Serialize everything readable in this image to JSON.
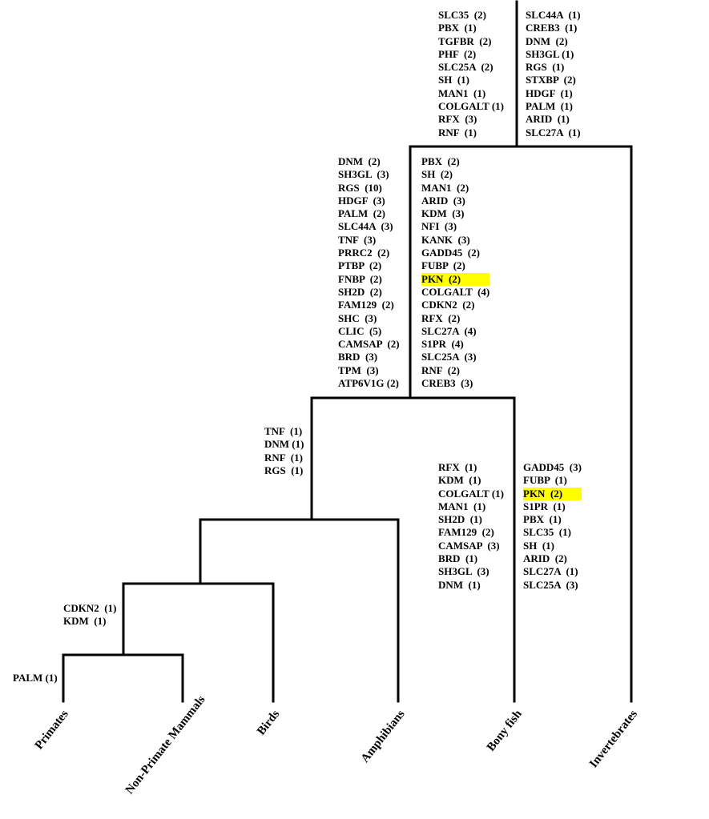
{
  "taxa": {
    "primates": "Primates",
    "non_primate_mammals": "Non-Primate Mammals",
    "birds": "Birds",
    "amphibians": "Amphibians",
    "bony_fish": "Bony fish",
    "invertebrates": "Invertebrates"
  },
  "highlight_color": "#ffff00",
  "branch_color": "#000000",
  "annotations": {
    "root_left": [
      "SLC35  (2)",
      "PBX  (1)",
      "TGFBR  (2)",
      "PHF  (2)",
      "SLC25A  (2)",
      "SH  (1)",
      "MAN1  (1)",
      "COLGALT (1)",
      "RFX  (3)",
      "RNF  (1)"
    ],
    "root_right": [
      "SLC44A  (1)",
      "CREB3  (1)",
      "DNM  (2)",
      "SH3GL (1)",
      "RGS  (1)",
      "STXBP  (2)",
      "HDGF  (1)",
      "PALM  (1)",
      "ARID  (1)",
      "SLC27A  (1)"
    ],
    "vertebrate_left": [
      "DNM  (2)",
      "SH3GL  (3)",
      "RGS  (10)",
      "HDGF  (3)",
      "PALM  (2)",
      "SLC44A  (3)",
      "TNF  (3)",
      "PRRC2  (2)",
      "PTBP  (2)",
      "FNBP  (2)",
      "SH2D  (2)",
      "FAM129  (2)",
      "SHC  (3)",
      "CLIC  (5)",
      "CAMSAP  (2)",
      "BRD  (3)",
      "TPM  (3)",
      "ATP6V1G (2)"
    ],
    "vertebrate_right": [
      "PBX  (2)",
      "SH  (2)",
      "MAN1  (2)",
      "ARID  (3)",
      "KDM  (3)",
      "NFI  (3)",
      "KANK  (3)",
      "GADD45  (2)",
      "FUBP  (2)",
      "PKN  (2)",
      "COLGALT  (4)",
      "CDKN2  (2)",
      "RFX  (2)",
      "SLC27A  (4)",
      "S1PR  (4)",
      "SLC25A  (3)",
      "RNF  (2)",
      "CREB3  (3)"
    ],
    "tetrapod": [
      "TNF  (1)",
      "DNM (1)",
      "RNF  (1)",
      "RGS  (1)"
    ],
    "bony_fish_left": [
      "RFX  (1)",
      "KDM  (1)",
      "COLGALT (1)",
      "MAN1  (1)",
      "SH2D  (1)",
      "FAM129  (2)",
      "CAMSAP  (3)",
      "BRD  (1)",
      "SH3GL  (3)",
      "DNM  (1)"
    ],
    "bony_fish_right": [
      "GADD45  (3)",
      "FUBP  (1)",
      "PKN  (2)",
      "S1PR  (1)",
      "PBX  (1)",
      "SLC35  (1)",
      "SH  (1)",
      "ARID  (2)",
      "SLC27A  (1)",
      "SLC25A  (3)"
    ],
    "mammal": [
      "CDKN2  (1)",
      "KDM  (1)"
    ],
    "primates": [
      "PALM (1)"
    ]
  },
  "highlighted": [
    {
      "list": "vertebrate_right",
      "index": 9
    },
    {
      "list": "bony_fish_right",
      "index": 2
    }
  ]
}
